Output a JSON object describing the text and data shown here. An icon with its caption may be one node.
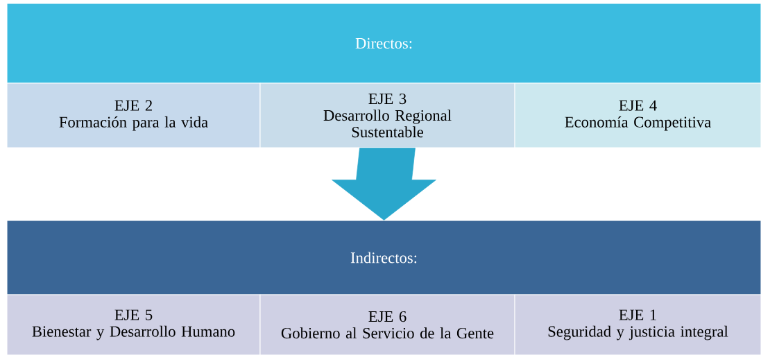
{
  "diagram": {
    "nodes": [
      {
        "text": [
          "Directos:"
        ]
      },
      {
        "text": [
          "EJE 2",
          "Formación para la vida"
        ]
      },
      {
        "text": [
          "EJE 3",
          "Desarrollo Regional Sustentable"
        ]
      },
      {
        "text": [
          "EJE 4",
          "Economía Competitiva"
        ]
      },
      {
        "text": [
          "Indirectos:"
        ]
      },
      {
        "text": [
          "EJE 5",
          "Bienestar y Desarrollo Humano"
        ]
      },
      {
        "text": [
          "EJE 6",
          "Gobierno al Servicio de la Gente"
        ]
      },
      {
        "text": [
          "EJE 1",
          "Seguridad y justicia integral"
        ]
      }
    ],
    "edges": [
      {
        "from": 2,
        "to": 4,
        "arrow": "to"
      }
    ]
  }
}
